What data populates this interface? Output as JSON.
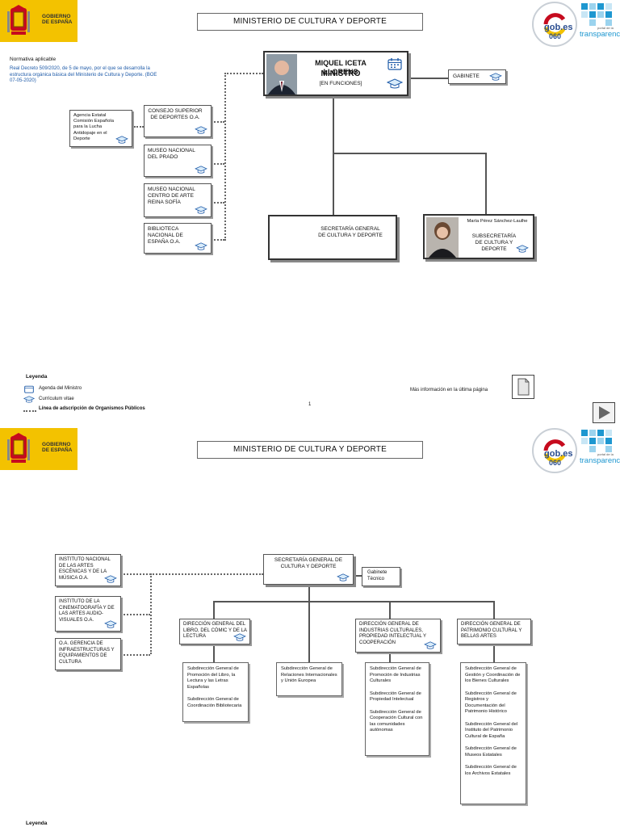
{
  "header": {
    "gov_line1": "GOBIERNO",
    "gov_line2": "DE ESPAÑA",
    "title": "MINISTERIO DE CULTURA Y DEPORTE",
    "gob_logo": "gob.es",
    "gob_sub": "060",
    "transp_small": "portal de la",
    "transp": "transparencia"
  },
  "normativa": {
    "label": "Normativa aplicable",
    "text": "Real Decreto 509/2020, de 5 de mayo, por el que se desarrolla la estructura orgánica básica del Ministerio de Cultura y Deporte. (BOE 07-05-2020)"
  },
  "minister": {
    "name": "Miquel Iceta Llorens",
    "role": "MINISTRO",
    "status": "[en funciones]"
  },
  "gabinete": "GABINETE",
  "left_org1": "Agencia Estatal Comisión Española para la Lucha Antidopaje en el Deporte",
  "left_boxes": [
    "CONSEJO SUPERIOR DE DEPORTES O.A.",
    "MUSEO NACIONAL DEL PRADO",
    "MUSEO NACIONAL CENTRO DE ARTE REINA SOFÍA",
    "BIBLIOTECA NACIONAL DE ESPAÑA O.A."
  ],
  "sg_box": "SECRETARÍA GENERAL DE CULTURA Y DEPORTE",
  "subsec": {
    "name": "María Pérez Sánchez-Laulhe",
    "title": "SUBSECRETARÍA DE CULTURA Y DEPORTE"
  },
  "legend": {
    "title": "Leyenda",
    "agenda": "Agenda del Ministro",
    "cv": "Currículum vitae",
    "line": "Línea de adscripción de Organismos Públicos"
  },
  "more_info": "Más información en la última página",
  "page_number": "1",
  "page2": {
    "sg_box": "SECRETARÍA GENERAL DE CULTURA Y DEPORTE",
    "gabinete_tecnico": "Gabinete Técnico",
    "left_boxes": [
      "INSTITUTO NACIONAL DE LAS ARTES ESCÉNICAS Y DE LA MÚSICA O.A.",
      "INSTITUTO DE LA CINEMATOGRAFÍA Y DE LAS ARTES AUDIO-VISUALES O.A.",
      "O.A. GERENCIA DE INFRAESTRUCTURAS Y EQUIPAMIENTOS DE CULTURA"
    ],
    "dg_boxes": [
      "DIRECCIÓN GENERAL DEL LIBRO, DEL CÓMIC Y DE LA LECTURA",
      "DIRECCIÓN GENERAL DE INDUSTRIAS CULTURALES, PROPIEDAD INTELECTUAL Y COOPERACIÓN",
      "DIRECCIÓN GENERAL DE PATRIMONIO CULTURAL Y BELLAS ARTES"
    ],
    "sub_libro": [
      "Subdirección General de Promoción del Libro, la Lectura y las Letras Españolas",
      "Subdirección General de Coordinación Bibliotecaria"
    ],
    "sub_relaciones": [
      "Subdirección General de Relaciones Internacionales y Unión Europea"
    ],
    "sub_industrias": [
      "Subdirección General de Promoción de Industrias Culturales",
      "Subdirección General de Propiedad Intelectual",
      "Subdirección General de Cooperación Cultural con las comunidades autónomas"
    ],
    "sub_patrimonio": [
      "Subdirección General de Gestión y Coordinación de los Bienes Culturales",
      "Subdirección General de Registros y Documentación del Patrimonio Histórico",
      "Subdirección General del Instituto del Patrimonio Cultural de España",
      "Subdirección General de Museos Estatales",
      "Subdirección General de los Archivos Estatales"
    ],
    "legend_title": "Leyenda"
  },
  "colors": {
    "accent": "#1d5aa8",
    "flag_yellow": "#f3c200",
    "flag_red": "#c60b1e"
  }
}
